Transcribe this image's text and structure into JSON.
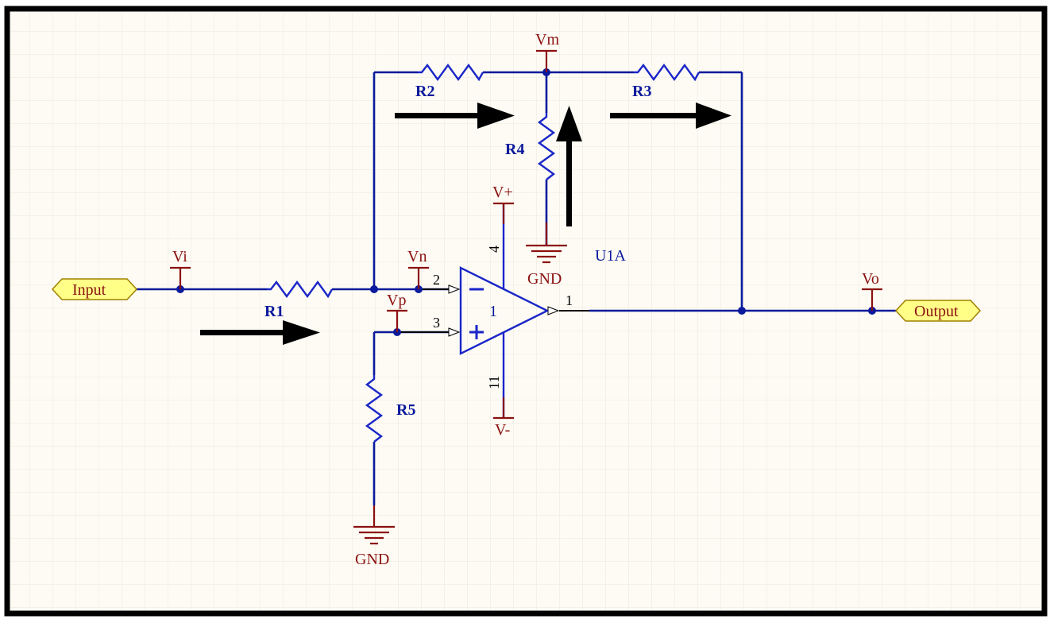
{
  "ports": {
    "input": "Input",
    "output": "Output"
  },
  "nets": {
    "vi": "Vi",
    "vn": "Vn",
    "vp": "Vp",
    "vm": "Vm",
    "vo": "Vo",
    "vplus": "V+",
    "vminus": "V-",
    "gnd_top": "GND",
    "gnd_bottom": "GND"
  },
  "resistors": {
    "r1": "R1",
    "r2": "R2",
    "r3": "R3",
    "r4": "R4",
    "r5": "R5"
  },
  "opamp": {
    "designator": "U1A",
    "part_number": "1",
    "pin_inv": "2",
    "pin_noninv": "3",
    "pin_vpos": "4",
    "pin_vneg": "11",
    "pin_out": "1",
    "minus_symbol": "−",
    "plus_symbol": "+"
  },
  "colors": {
    "wire": "#0b1a9c",
    "component": "#1a26c8",
    "power": "#8b1010",
    "port_fill": "#ffff88",
    "background": "#fdfbf4",
    "grid": "#ece8dc"
  }
}
